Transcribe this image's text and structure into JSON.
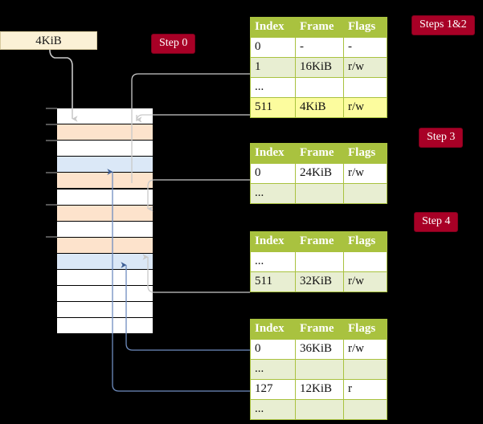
{
  "diagram": {
    "title_labels": {
      "step0": "Step 0",
      "steps12": "Steps 1&2",
      "step3": "Step 3",
      "step4": "Step 4"
    },
    "source_box": {
      "label": "4KiB"
    },
    "memory_column": {
      "rows": [
        {
          "index": 0,
          "fill": "white"
        },
        {
          "index": 1,
          "fill": "orange"
        },
        {
          "index": 2,
          "fill": "white"
        },
        {
          "index": 3,
          "fill": "blue"
        },
        {
          "index": 4,
          "fill": "orange"
        },
        {
          "index": 5,
          "fill": "white"
        },
        {
          "index": 6,
          "fill": "orange"
        },
        {
          "index": 7,
          "fill": "white"
        },
        {
          "index": 8,
          "fill": "orange"
        },
        {
          "index": 9,
          "fill": "blue"
        },
        {
          "index": 10,
          "fill": "white"
        },
        {
          "index": 11,
          "fill": "white"
        },
        {
          "index": 12,
          "fill": "white"
        },
        {
          "index": 13,
          "fill": "white"
        }
      ]
    },
    "tables": [
      {
        "id": "table-1",
        "headers": [
          "Index",
          "Frame",
          "Flags"
        ],
        "rows": [
          {
            "cells": [
              "0",
              "-",
              "-"
            ],
            "style": "plain"
          },
          {
            "cells": [
              "1",
              "16KiB",
              "r/w"
            ],
            "style": "alt"
          },
          {
            "cells": [
              "...",
              "",
              ""
            ],
            "style": "plain"
          },
          {
            "cells": [
              "511",
              "4KiB",
              "r/w"
            ],
            "style": "hl"
          }
        ]
      },
      {
        "id": "table-2",
        "headers": [
          "Index",
          "Frame",
          "Flags"
        ],
        "rows": [
          {
            "cells": [
              "0",
              "24KiB",
              "r/w"
            ],
            "style": "plain"
          },
          {
            "cells": [
              "...",
              "",
              ""
            ],
            "style": "alt"
          }
        ]
      },
      {
        "id": "table-3",
        "headers": [
          "Index",
          "Frame",
          "Flags"
        ],
        "rows": [
          {
            "cells": [
              "...",
              "",
              ""
            ],
            "style": "plain"
          },
          {
            "cells": [
              "511",
              "32KiB",
              "r/w"
            ],
            "style": "alt"
          }
        ]
      },
      {
        "id": "table-4",
        "headers": [
          "Index",
          "Frame",
          "Flags"
        ],
        "rows": [
          {
            "cells": [
              "0",
              "36KiB",
              "r/w"
            ],
            "style": "plain"
          },
          {
            "cells": [
              "...",
              "",
              ""
            ],
            "style": "alt"
          },
          {
            "cells": [
              "127",
              "12KiB",
              "r"
            ],
            "style": "plain"
          },
          {
            "cells": [
              "...",
              "",
              ""
            ],
            "style": "alt"
          }
        ]
      }
    ],
    "colors": {
      "badge_bg": "#a80026",
      "table_header": "#a9c23f",
      "table_alt_row": "#e8eed2",
      "highlight": "#fcfc9e",
      "orange_frame": "#fde3cc",
      "blue_frame": "#dbe8f7",
      "source_box": "#fbf1d6",
      "background": "#000000",
      "grey_wire": "#cccccc",
      "blue_wire": "#6f8dbf"
    }
  }
}
